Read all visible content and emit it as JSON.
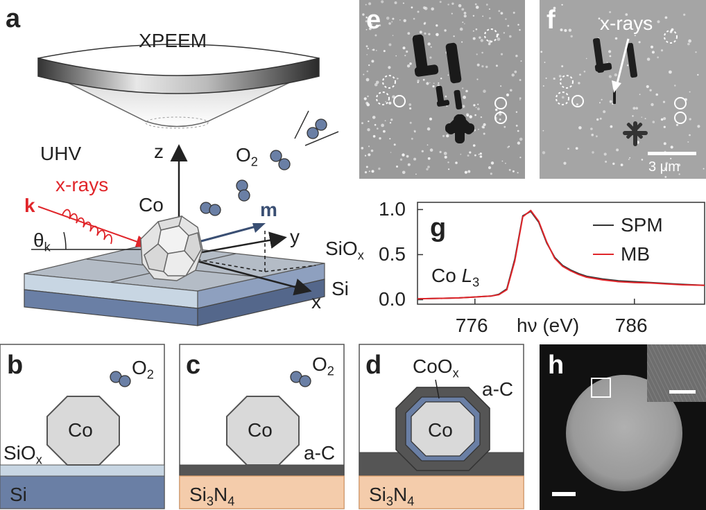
{
  "panels": {
    "a": {
      "label": "a",
      "instrument": "XPEEM",
      "environment": "UHV",
      "xrays": "x-rays",
      "k": "k",
      "theta": "θ",
      "theta_sub": "k",
      "z": "z",
      "y": "y",
      "x": "x",
      "co": "Co",
      "m": "m",
      "o2": "O",
      "o2_sub": "2",
      "siox": "SiO",
      "siox_sub": "x",
      "si": "Si"
    },
    "b": {
      "label": "b",
      "o2": "O",
      "o2_sub": "2",
      "co": "Co",
      "siox": "SiO",
      "siox_sub": "x",
      "si": "Si"
    },
    "c": {
      "label": "c",
      "o2": "O",
      "o2_sub": "2",
      "co": "Co",
      "ac": "a-C",
      "si3n4_a": "Si",
      "si3n4_sub": "3",
      "si3n4_b": "N",
      "si3n4_sub2": "4"
    },
    "d": {
      "label": "d",
      "coox": "CoO",
      "coox_sub": "x",
      "ac": "a-C",
      "co": "Co",
      "si3n4_a": "Si",
      "si3n4_sub": "3",
      "si3n4_b": "N",
      "si3n4_sub2": "4"
    },
    "e": {
      "label": "e"
    },
    "f": {
      "label": "f",
      "xrays": "x-rays",
      "scale": "3 μm"
    },
    "h": {
      "label": "h"
    }
  },
  "chart_data": {
    "type": "line",
    "panel_label": "g",
    "annotation": "Co",
    "annotation_italic": "L",
    "annotation_sub": "3",
    "xlabel": "hν (eV)",
    "xticks": [
      776,
      786
    ],
    "yticks": [
      "0.0",
      "0.5",
      "1.0"
    ],
    "xlim": [
      772.4,
      790.4
    ],
    "ylim": [
      -0.05,
      1.08
    ],
    "legend_position": "top-right",
    "series": [
      {
        "name": "SPM",
        "color": "#333333",
        "x": [
          772.4,
          774,
          775,
          776,
          776.5,
          777,
          777.5,
          778,
          778.5,
          779,
          779.5,
          780,
          780.5,
          781,
          781.5,
          782,
          782.5,
          783,
          784,
          785,
          786,
          787,
          788,
          789,
          790.4
        ],
        "y": [
          0.01,
          0.015,
          0.02,
          0.03,
          0.035,
          0.04,
          0.06,
          0.12,
          0.45,
          0.93,
          0.98,
          0.86,
          0.63,
          0.47,
          0.38,
          0.33,
          0.29,
          0.26,
          0.23,
          0.21,
          0.2,
          0.19,
          0.18,
          0.17,
          0.16
        ]
      },
      {
        "name": "MB",
        "color": "#e0262b",
        "x": [
          772.4,
          774,
          775,
          776,
          776.5,
          777,
          777.5,
          778,
          778.5,
          779,
          779.5,
          780,
          780.5,
          781,
          781.5,
          782,
          782.5,
          783,
          784,
          785,
          786,
          787,
          788,
          789,
          790.4
        ],
        "y": [
          0.01,
          0.015,
          0.02,
          0.03,
          0.035,
          0.04,
          0.055,
          0.11,
          0.43,
          0.92,
          0.99,
          0.87,
          0.64,
          0.46,
          0.37,
          0.32,
          0.28,
          0.25,
          0.22,
          0.2,
          0.19,
          0.185,
          0.175,
          0.165,
          0.16
        ]
      }
    ]
  },
  "colors": {
    "red": "#e0262b",
    "navy": "#3a4f73",
    "si": "#6a7fa5",
    "siox": "#c8d6e3",
    "si3n4": "#f4ccab",
    "ac": "#555555"
  }
}
